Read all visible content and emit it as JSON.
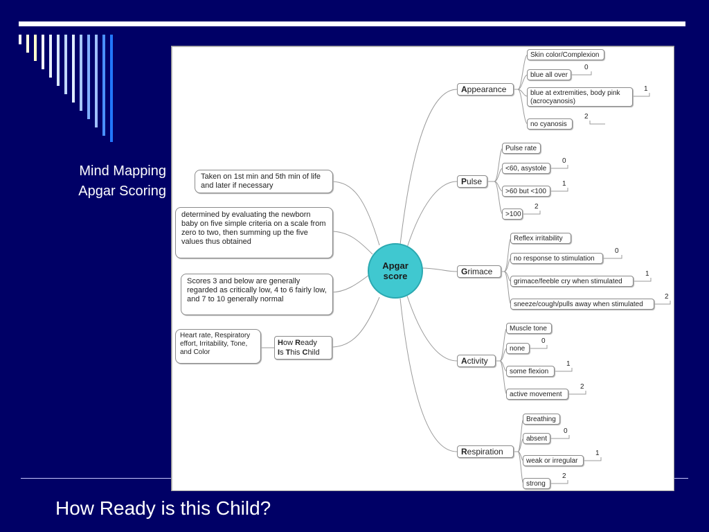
{
  "slide": {
    "side_title_line1": "Mind Mapping",
    "side_title_line2": "Apgar Scoring",
    "footer_title": "How Ready is this Child?"
  },
  "mindmap": {
    "center": "Apgar score",
    "notes": {
      "timing": "Taken on 1st min and 5th min of life and later if necessary",
      "method": "determined by evaluating the newborn baby on five simple criteria on a scale from zero to two, then summing up the five values thus obtained",
      "interpretation": "Scores 3 and below are generally regarded as critically low, 4 to 6 fairly low, and 7 to 10 generally normal",
      "criteria": "Heart rate, Respiratory effort, Irritability, Tone, and Color"
    },
    "how_ready": {
      "line1_initial": "H",
      "line1_word1": "ow ",
      "line1_initial2": "R",
      "line1_word2": "eady",
      "line2_initial": "I",
      "line2_word1": "s ",
      "line2_initial2": "T",
      "line2_word2": "his ",
      "line2_initial3": "C",
      "line2_word3": "hild"
    },
    "categories": [
      {
        "initial": "A",
        "rest": "ppearance",
        "leaves": [
          "Skin color/Complexion",
          "blue all over",
          "blue at extremities, body pink",
          "(acrocyanosis)",
          "no cyanosis"
        ],
        "scores": [
          "0",
          "1",
          "2"
        ]
      },
      {
        "initial": "P",
        "rest": "ulse",
        "leaves": [
          "Pulse rate",
          "<60, asystole",
          ">60 but <100",
          ">100"
        ],
        "scores": [
          "0",
          "1",
          "2"
        ]
      },
      {
        "initial": "G",
        "rest": "rimace",
        "leaves": [
          "Reflex irritability",
          "no response to stimulation",
          "grimace/feeble cry when stimulated",
          "sneeze/cough/pulls away when stimulated"
        ],
        "scores": [
          "0",
          "1",
          "2"
        ]
      },
      {
        "initial": "A",
        "rest": "ctivity",
        "leaves": [
          "Muscle tone",
          "none",
          "some flexion",
          "active movement"
        ],
        "scores": [
          "0",
          "1",
          "2"
        ]
      },
      {
        "initial": "R",
        "rest": "espiration",
        "leaves": [
          "Breathing",
          "absent",
          "weak or irregular",
          "strong"
        ],
        "scores": [
          "0",
          "1",
          "2"
        ]
      }
    ]
  },
  "colors": {
    "background": "#000066",
    "center_node": "#40c8d0",
    "bars": [
      "#ffffff",
      "#fffde0",
      "#ffffcc",
      "#e8f0ff",
      "#d8e8ff",
      "#c0d8ff",
      "#a8c8ff",
      "#80b0ff",
      "#4a90ff",
      "#2277ff"
    ]
  }
}
